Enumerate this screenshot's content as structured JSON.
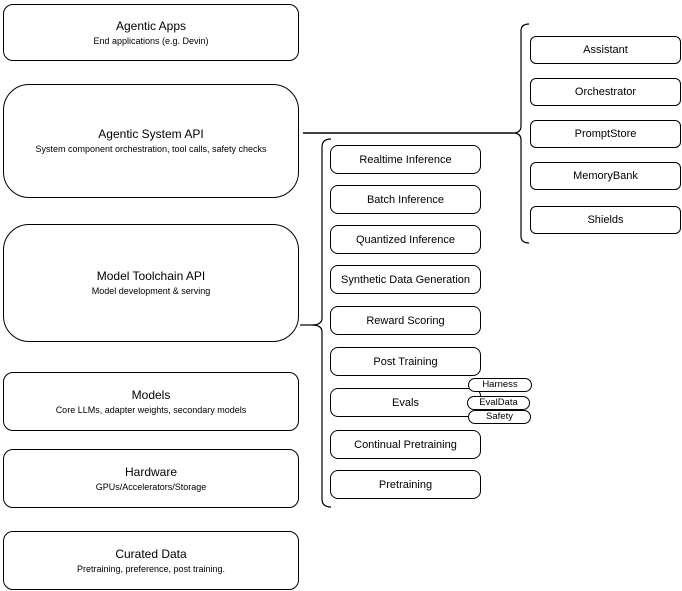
{
  "diagram": {
    "stack": [
      {
        "title": "Agentic Apps",
        "subtitle": "End applications (e.g. Devin)"
      },
      {
        "title": "Agentic System API",
        "subtitle": "System component orchestration, tool calls, safety checks"
      },
      {
        "title": "Model Toolchain API",
        "subtitle": "Model development & serving"
      },
      {
        "title": "Models",
        "subtitle": "Core LLMs, adapter weights, secondary models"
      },
      {
        "title": "Hardware",
        "subtitle": "GPUs/Accelerators/Storage"
      },
      {
        "title": "Curated Data",
        "subtitle": "Pretraining, preference, post training."
      }
    ],
    "toolchain_components": [
      "Realtime Inference",
      "Batch Inference",
      "Quantized Inference",
      "Synthetic Data Generation",
      "Reward Scoring",
      "Post Training",
      "Evals",
      "Continual Pretraining",
      "Pretraining"
    ],
    "eval_tags": [
      "Harness",
      "EvalData",
      "Safety"
    ],
    "system_components": [
      "Assistant",
      "Orchestrator",
      "PromptStore",
      "MemoryBank",
      "Shields"
    ],
    "colors": {
      "border": "#000000",
      "background": "#ffffff",
      "text": "#000000",
      "connector": "#000000"
    }
  }
}
